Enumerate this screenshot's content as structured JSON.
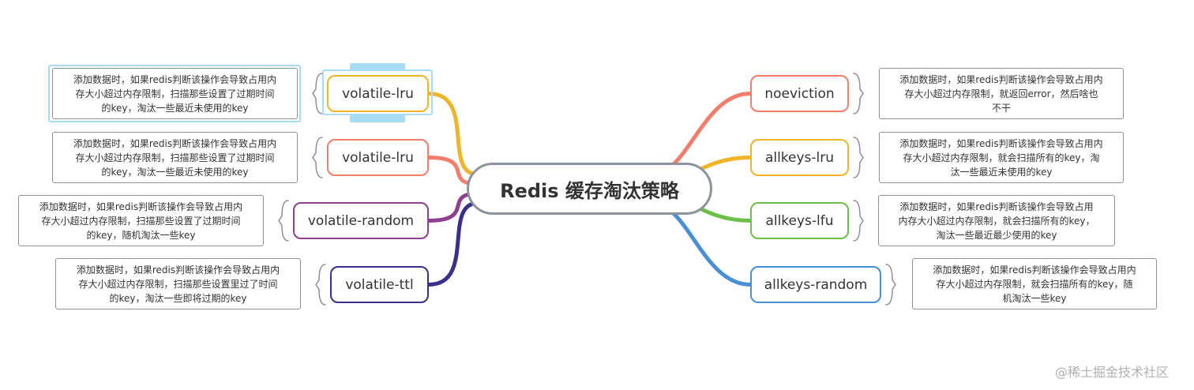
{
  "center": {
    "label": "Redis 缓存淘汰策略"
  },
  "left": [
    {
      "label": "volatile-lru",
      "color": "#f0b429",
      "selected": true,
      "note": [
        "添加数据时，如果redis判断该操作会导致占用内",
        "存大小超过内存限制，扫描那些设置了过期时间",
        "的key，淘汰一些最近未使用的key"
      ]
    },
    {
      "label": "volatile-lru",
      "color": "#f27d6b",
      "selected": false,
      "note": [
        "添加数据时，如果redis判断该操作会导致占用内",
        "存大小超过内存限制，扫描那些设置了过期时间",
        "的key，淘汰一些最近未使用的key"
      ]
    },
    {
      "label": "volatile-random",
      "color": "#8e3f8e",
      "selected": false,
      "note": [
        "添加数据时，如果redis判断该操作会导致占用内",
        "存大小超过内存限制，扫描那些设置了过期时间",
        "的key，随机淘汰一些key"
      ]
    },
    {
      "label": "volatile-ttl",
      "color": "#3b2f8c",
      "selected": false,
      "note": [
        "添加数据时，如果redis判断该操作会导致占用内",
        "存大小超过内存限制，扫描那些设置里过了时间",
        "的key，淘汰一些即将过期的key"
      ]
    }
  ],
  "right": [
    {
      "label": "noeviction",
      "color": "#f27d6b",
      "note": [
        "添加数据时，如果redis判断该操作会导致占用内",
        "存大小超过内存限制，就返回error，然后啥也",
        "不干"
      ]
    },
    {
      "label": "allkeys-lru",
      "color": "#f0b429",
      "note": [
        "添加数据时，如果redis判断该操作会导致占用内",
        "存大小超过内存限制，就会扫描所有的key，淘",
        "汰一些最近未使用的key"
      ]
    },
    {
      "label": "allkeys-lfu",
      "color": "#6cc04a",
      "note": [
        "添加数据时，如果redis判断该操作会导致占用",
        "内存大小超过内存限制，就会扫描所有的key，",
        "淘汰一些最近最少使用的key"
      ]
    },
    {
      "label": "allkeys-random",
      "color": "#4a8fd6",
      "note": [
        "添加数据时，如果redis判断该操作会导致占用内",
        "存大小超过内存限制，就会扫描所有的key，随",
        "机淘汰一些key"
      ]
    }
  ],
  "watermark": "@稀土掘金技术社区"
}
